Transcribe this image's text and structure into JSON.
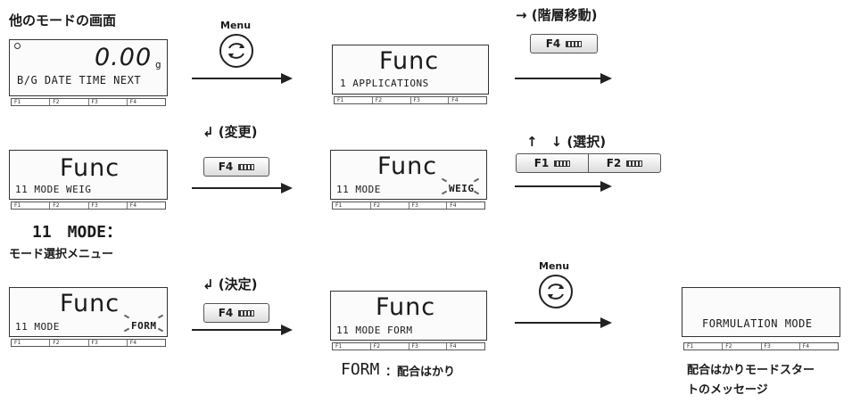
{
  "texts": {
    "other_mode_screen": "他のモードの画面",
    "menu": "Menu",
    "hier_move": "→ (階層移動)",
    "change": "↲ (変更)",
    "select": "↑　↓ (選択)",
    "decide": "↲ (決定)",
    "mode_caption_code": "11　MODE：",
    "mode_caption_text": "モード選択メニュー",
    "form_caption_code": "FORM",
    "form_caption_text": "：配合はかり",
    "start_msg_1": "配合はかりモードスター",
    "start_msg_2": "トのメッセージ"
  },
  "buttons": {
    "f1": "F1",
    "f2": "F2",
    "f4": "F4"
  },
  "keys": [
    "F1",
    "F2",
    "F3",
    "F4"
  ],
  "screens": {
    "s1": {
      "value": "0.00",
      "unit": "g",
      "row": "B/G  DATE  TIME  NEXT"
    },
    "s2": {
      "title": "Func",
      "row": "1    APPLICATIONS"
    },
    "s3": {
      "title": "Func",
      "row": "11  MODE          WEIG"
    },
    "s4": {
      "title": "Func",
      "row": "11  MODE",
      "right": "WEIG"
    },
    "s5": {
      "title": "Func",
      "row": "11  MODE",
      "right": "FORM"
    },
    "s6": {
      "title": "Func",
      "row": "11  MODE          FORM"
    },
    "s7": {
      "msg": "FORMULATION MODE"
    }
  },
  "colors": {
    "ink": "#1a1a1a",
    "lcd_bg": "#fbfbfb"
  }
}
